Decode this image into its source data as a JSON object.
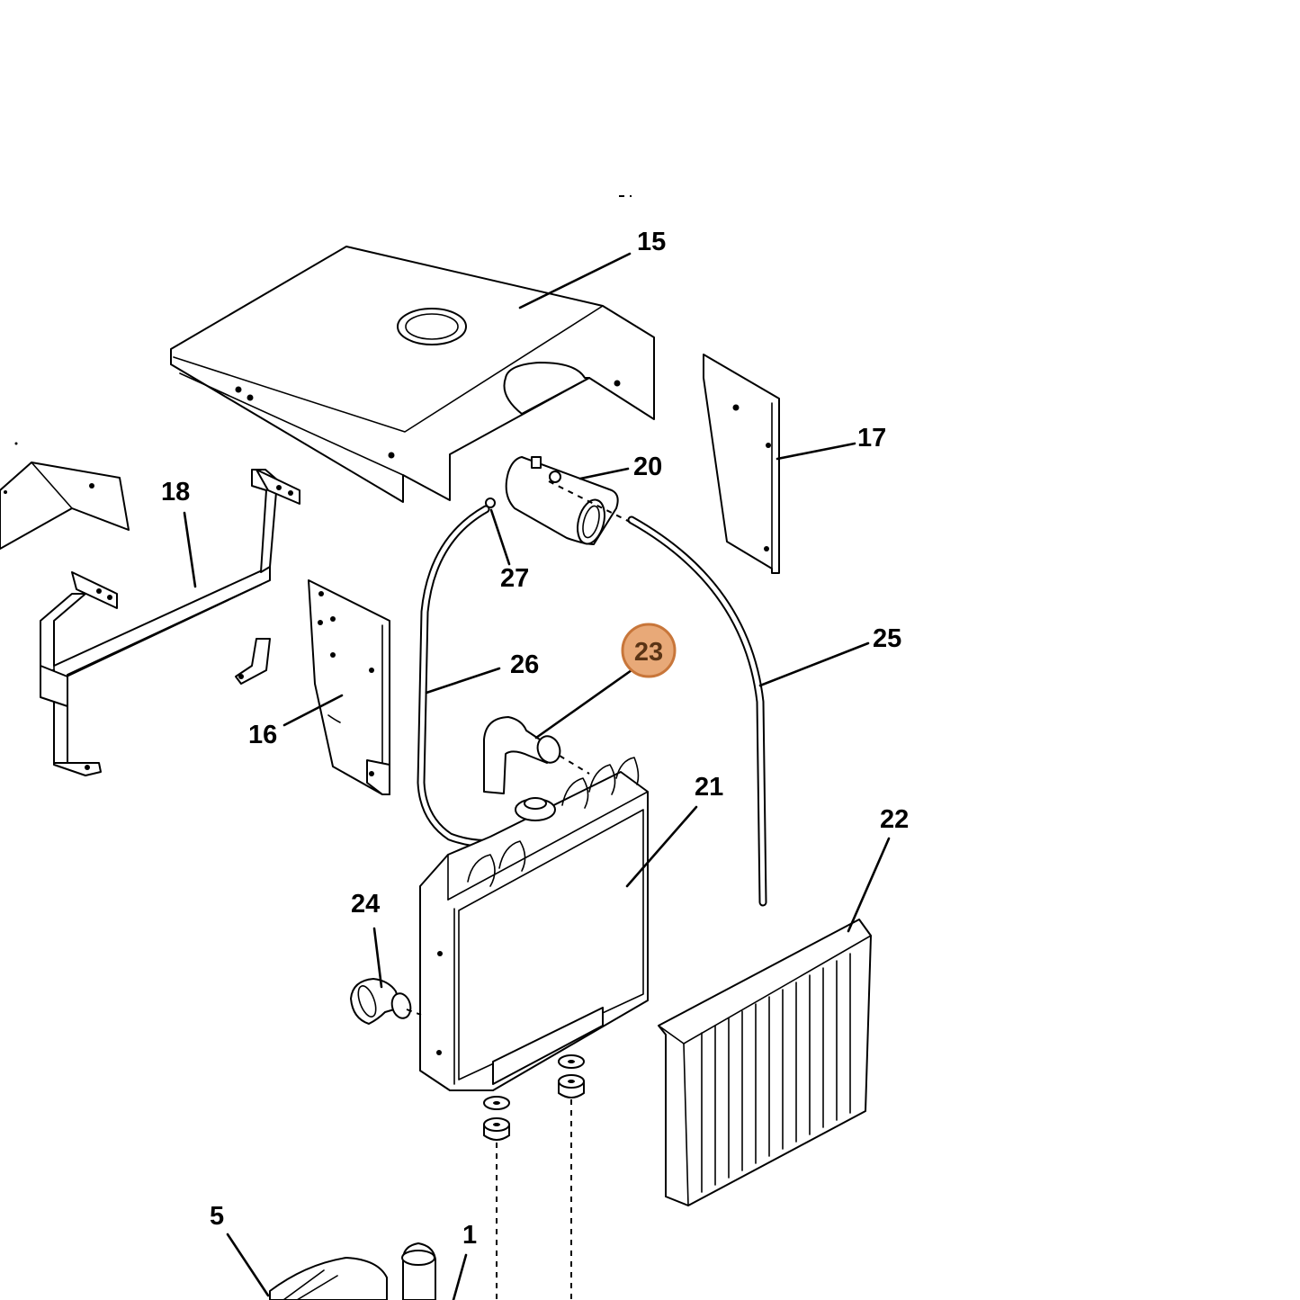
{
  "diagram": {
    "highlight_color": "#e8a978",
    "highlighted_part": "23",
    "callouts": {
      "p1": "1",
      "p5": "5",
      "p15": "15",
      "p16": "16",
      "p17": "17",
      "p18": "18",
      "p20": "20",
      "p21": "21",
      "p22": "22",
      "p23": "23",
      "p24": "24",
      "p25": "25",
      "p26": "26",
      "p27": "27"
    }
  }
}
